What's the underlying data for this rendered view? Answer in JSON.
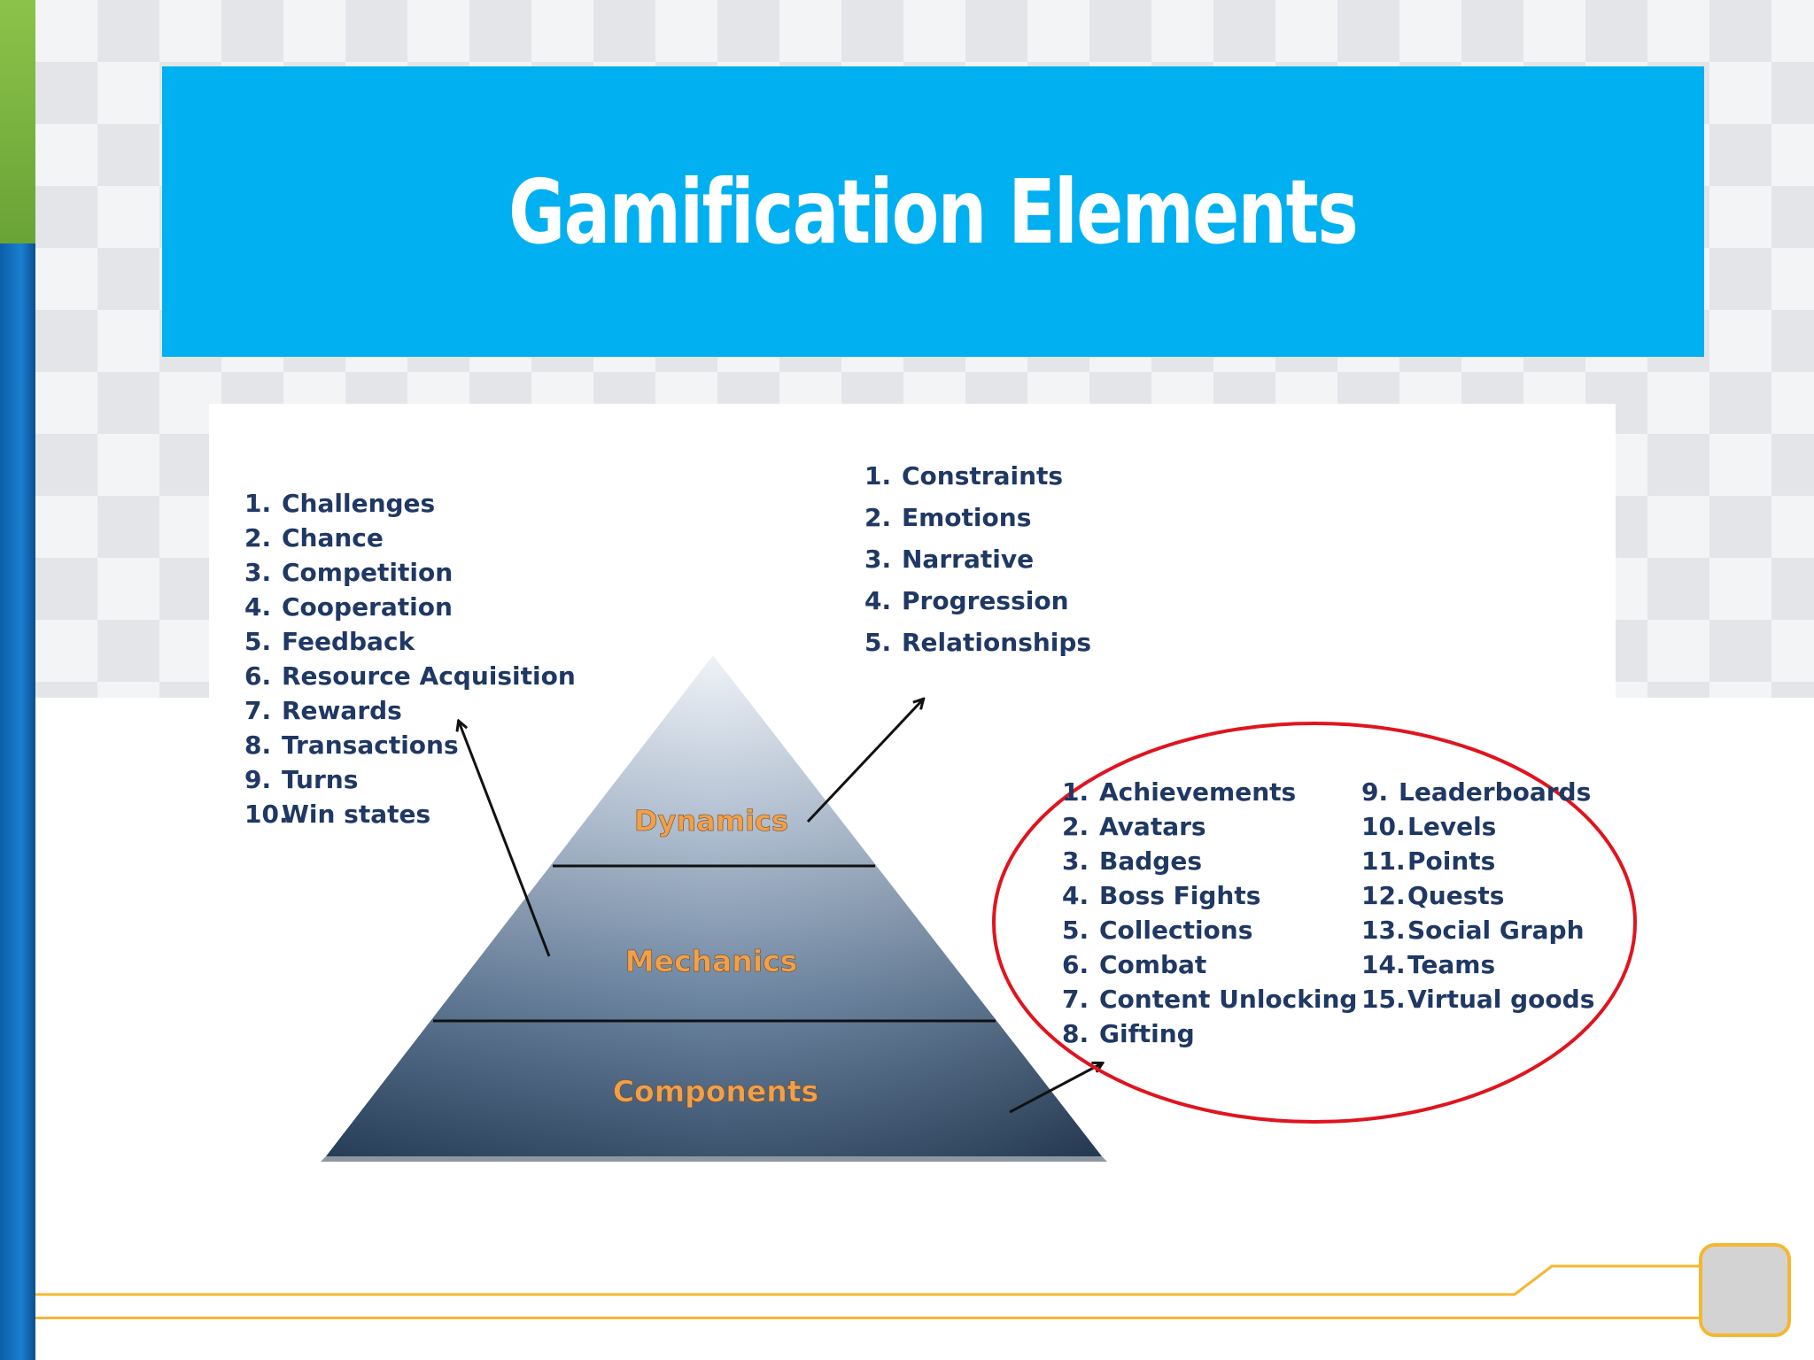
{
  "slide": {
    "title": "Gamification Elements"
  },
  "pyramid": {
    "levels": [
      {
        "label": "Dynamics"
      },
      {
        "label": "Mechanics"
      },
      {
        "label": "Components"
      }
    ]
  },
  "lists": {
    "mechanics": [
      {
        "num": "1.",
        "text": "Challenges"
      },
      {
        "num": "2.",
        "text": "Chance"
      },
      {
        "num": "3.",
        "text": "Competition"
      },
      {
        "num": "4.",
        "text": "Cooperation"
      },
      {
        "num": "5.",
        "text": "Feedback"
      },
      {
        "num": "6.",
        "text": "Resource Acquisition"
      },
      {
        "num": "7.",
        "text": "Rewards"
      },
      {
        "num": "8.",
        "text": "Transactions"
      },
      {
        "num": "9.",
        "text": "Turns"
      },
      {
        "num": "10.",
        "text": "Win states"
      }
    ],
    "dynamics": [
      {
        "num": "1.",
        "text": "Constraints"
      },
      {
        "num": "2.",
        "text": "Emotions"
      },
      {
        "num": "3.",
        "text": "Narrative"
      },
      {
        "num": "4.",
        "text": "Progression"
      },
      {
        "num": "5.",
        "text": "Relationships"
      }
    ],
    "components_col1": [
      {
        "num": "1.",
        "text": "Achievements"
      },
      {
        "num": "2.",
        "text": "Avatars"
      },
      {
        "num": "3.",
        "text": "Badges"
      },
      {
        "num": "4.",
        "text": "Boss Fights"
      },
      {
        "num": "5.",
        "text": "Collections"
      },
      {
        "num": "6.",
        "text": "Combat"
      },
      {
        "num": "7.",
        "text": "Content Unlocking"
      },
      {
        "num": "8.",
        "text": "Gifting"
      }
    ],
    "components_col2": [
      {
        "num": "9.",
        "text": "Leaderboards"
      },
      {
        "num": "10.",
        "text": "Levels"
      },
      {
        "num": "11.",
        "text": "Points"
      },
      {
        "num": "12.",
        "text": "Quests"
      },
      {
        "num": "13.",
        "text": "Social Graph"
      },
      {
        "num": "14.",
        "text": "Teams"
      },
      {
        "num": "15.",
        "text": "Virtual goods"
      }
    ]
  },
  "colors": {
    "banner": "#00b0f0",
    "list_text": "#1f3864",
    "pyramid_label": "#f0a04b",
    "highlight_circle": "#e0141e",
    "footer_line": "#f5b731"
  }
}
